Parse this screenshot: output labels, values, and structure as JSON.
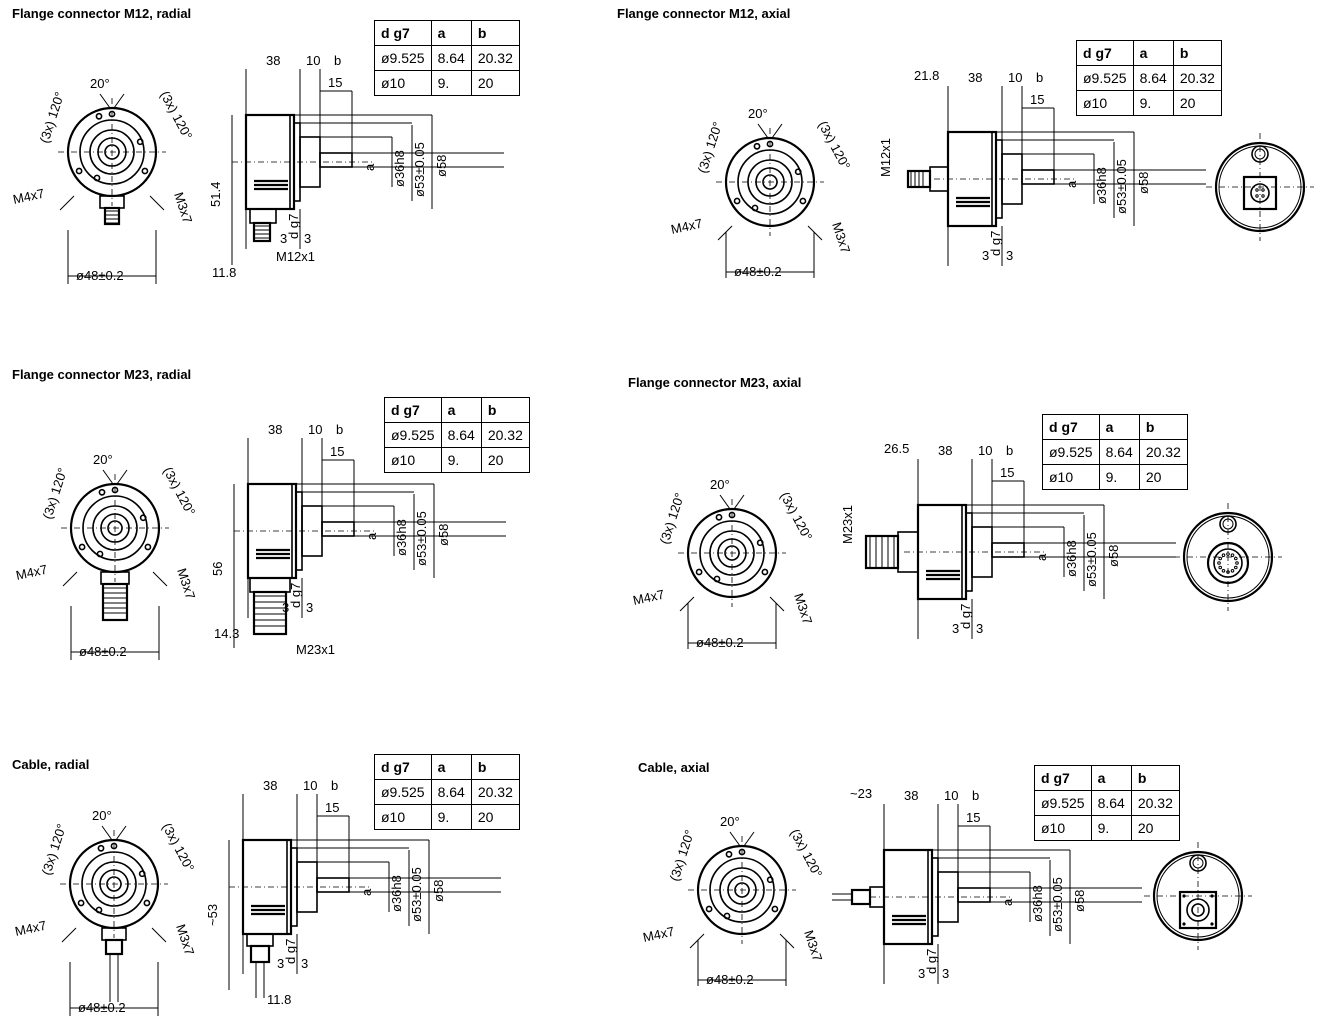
{
  "table": {
    "headers": [
      "d g7",
      "a",
      "b"
    ],
    "rows": [
      [
        "ø9.525",
        "8.64",
        "20.32"
      ],
      [
        "ø10",
        "9.",
        "20"
      ]
    ]
  },
  "panels": [
    {
      "id": "m12-radial",
      "title": "Flange connector M12, radial",
      "front_labels": {
        "angle": "20°",
        "left_angle": "(3x) 120°",
        "right_angle": "(3x) 120°",
        "left_screw": "M4x7",
        "right_screw": "M3x7",
        "bottom_dia": "ø48±0.2"
      },
      "side_labels": {
        "d1": "38",
        "d2": "10",
        "d3": "b",
        "d4": "15",
        "shaft": "a",
        "dia1": "ø36h8",
        "dia2": "ø53±0.05",
        "dia3": "ø58",
        "dg7": "d g7",
        "height": "51.4",
        "s1": "3",
        "s2": "3",
        "conn": "M12x1",
        "bottom": "11.8",
        "extra": ""
      }
    },
    {
      "id": "m12-axial",
      "title": "Flange connector M12, axial",
      "front_labels": {
        "angle": "20°",
        "left_angle": "(3x) 120°",
        "right_angle": "(3x) 120°",
        "left_screw": "M4x7",
        "right_screw": "M3x7",
        "bottom_dia": "ø48±0.2"
      },
      "side_labels": {
        "d1": "38",
        "d2": "10",
        "d3": "b",
        "d4": "15",
        "shaft": "a",
        "dia1": "ø36h8",
        "dia2": "ø53±0.05",
        "dia3": "ø58",
        "dg7": "d g7",
        "height": "M12x1",
        "s1": "3",
        "s2": "3",
        "conn": "",
        "bottom": "",
        "extra": "21.8"
      }
    },
    {
      "id": "m23-radial",
      "title": "Flange connector M23, radial",
      "front_labels": {
        "angle": "20°",
        "left_angle": "(3x) 120°",
        "right_angle": "(3x) 120°",
        "left_screw": "M4x7",
        "right_screw": "M3x7",
        "bottom_dia": "ø48±0.2"
      },
      "side_labels": {
        "d1": "38",
        "d2": "10",
        "d3": "b",
        "d4": "15",
        "shaft": "a",
        "dia1": "ø36h8",
        "dia2": "ø53±0.05",
        "dia3": "ø58",
        "dg7": "d g7",
        "height": "56",
        "s1": "3",
        "s2": "3",
        "conn": "M23x1",
        "bottom": "14.3",
        "extra": ""
      }
    },
    {
      "id": "m23-axial",
      "title": "Flange connector M23, axial",
      "front_labels": {
        "angle": "20°",
        "left_angle": "(3x) 120°",
        "right_angle": "(3x) 120°",
        "left_screw": "M4x7",
        "right_screw": "M3x7",
        "bottom_dia": "ø48±0.2"
      },
      "side_labels": {
        "d1": "38",
        "d2": "10",
        "d3": "b",
        "d4": "15",
        "shaft": "a",
        "dia1": "ø36h8",
        "dia2": "ø53±0.05",
        "dia3": "ø58",
        "dg7": "d g7",
        "height": "M23x1",
        "s1": "3",
        "s2": "3",
        "conn": "",
        "bottom": "",
        "extra": "26.5"
      }
    },
    {
      "id": "cable-radial",
      "title": "Cable, radial",
      "front_labels": {
        "angle": "20°",
        "left_angle": "(3x) 120°",
        "right_angle": "(3x) 120°",
        "left_screw": "M4x7",
        "right_screw": "M3x7",
        "bottom_dia": "ø48±0.2"
      },
      "side_labels": {
        "d1": "38",
        "d2": "10",
        "d3": "b",
        "d4": "15",
        "shaft": "a",
        "dia1": "ø36h8",
        "dia2": "ø53±0.05",
        "dia3": "ø58",
        "dg7": "d g7",
        "height": "~53",
        "s1": "3",
        "s2": "3",
        "conn": "",
        "bottom": "11.8",
        "extra": ""
      }
    },
    {
      "id": "cable-axial",
      "title": "Cable, axial",
      "front_labels": {
        "angle": "20°",
        "left_angle": "(3x) 120°",
        "right_angle": "(3x) 120°",
        "left_screw": "M4x7",
        "right_screw": "M3x7",
        "bottom_dia": "ø48±0.2"
      },
      "side_labels": {
        "d1": "38",
        "d2": "10",
        "d3": "b",
        "d4": "15",
        "shaft": "a",
        "dia1": "ø36h8",
        "dia2": "ø53±0.05",
        "dia3": "ø58",
        "dg7": "d g7",
        "height": "",
        "s1": "3",
        "s2": "3",
        "conn": "",
        "bottom": "",
        "extra": "~23"
      }
    }
  ]
}
